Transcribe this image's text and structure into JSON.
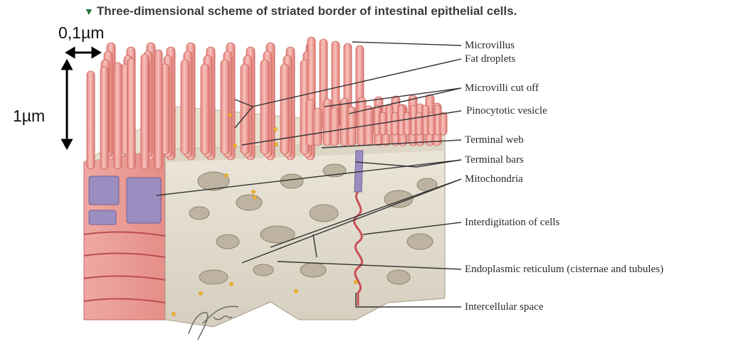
{
  "title": "Three-dimensional scheme of striated border of intestinal epithelial cells.",
  "scale": {
    "horizontal": "0,1µm",
    "vertical": "1µm"
  },
  "labels": {
    "microvillus": "Microvillus",
    "fat_droplets": "Fat droplets",
    "microvilli_cut_off": "Microvilli cut off",
    "pinocytotic_vesicle": "Pinocytotic vesicle",
    "terminal_web": "Terminal web",
    "terminal_bars": "Terminal bars",
    "mitochondria": "Mitochondria",
    "interdigitation": "Interdigitation of cells",
    "endoplasmic_reticulum": "Endoplasmic reticulum (cisternae and tubules)",
    "intercellular_space": "Intercellular space"
  },
  "colors": {
    "microvillus": "#f2a6a0",
    "microvillus_edge": "#c8625c",
    "cytoplasm": "#e2ddd0",
    "terminal_bar": "#9c8dc0",
    "membrane": "#c94f55",
    "leader_line": "#333333"
  }
}
